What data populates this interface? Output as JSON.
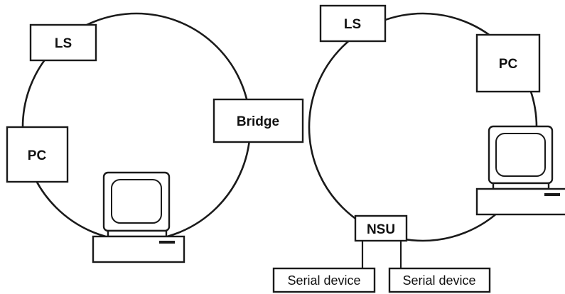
{
  "left_ring": {
    "ls_label": "LS",
    "pc_label": "PC"
  },
  "bridge": {
    "label": "Bridge"
  },
  "right_ring": {
    "ls_label": "LS",
    "pc_label": "PC",
    "nsu_label": "NSU"
  },
  "serial_devices": [
    {
      "label": "Serial device"
    },
    {
      "label": "Serial device"
    }
  ]
}
